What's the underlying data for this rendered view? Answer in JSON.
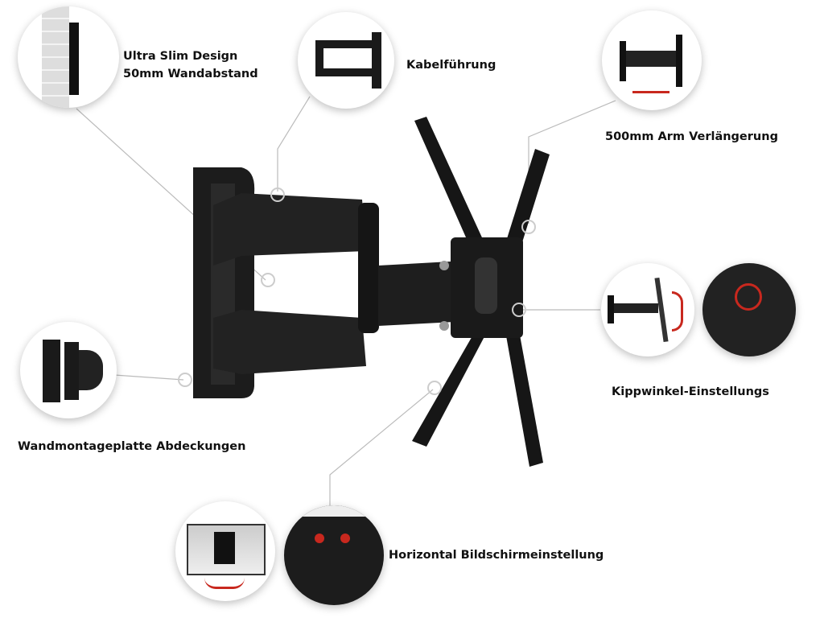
{
  "features": {
    "slim": {
      "line1": "Ultra Slim Design",
      "line2": "50mm Wandabstand"
    },
    "cable": {
      "label": "Kabelführung"
    },
    "arm": {
      "label": "500mm Arm Verlängerung"
    },
    "wallplate": {
      "label": "Wandmontageplatte Abdeckungen"
    },
    "tilt": {
      "label": "Kippwinkel-Einstellungs"
    },
    "horizontal": {
      "label": "Horizontal Bildschirmeinstellung"
    }
  },
  "colors": {
    "mount": "#1a1a1a",
    "accent_arrow": "#c8281e",
    "leader": "#bbbbbb"
  }
}
